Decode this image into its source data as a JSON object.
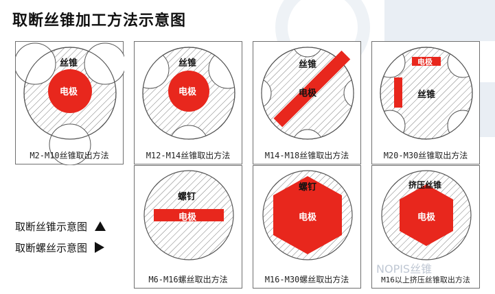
{
  "title": "取断丝锥加工方法示意图",
  "cards": [
    {
      "caption": "M2-M10丝锥取出方法",
      "labels": [
        "丝锥",
        "电极"
      ]
    },
    {
      "caption": "M12-M14丝锥取出方法",
      "labels": [
        "丝锥",
        "电极"
      ]
    },
    {
      "caption": "M14-M18丝锥取出方法",
      "labels": [
        "丝锥",
        "电极"
      ]
    },
    {
      "caption": "M20-M30丝锥取出方法",
      "labels": [
        "电极",
        "丝锥"
      ]
    },
    {
      "caption": "M6-M16螺丝取出方法",
      "labels": [
        "螺钉",
        "电极"
      ]
    },
    {
      "caption": "M16-M30螺丝取出方法",
      "labels": [
        "螺钉",
        "电极"
      ]
    },
    {
      "caption": "M16以上挤压丝锥取出方法",
      "labels": [
        "挤压丝锥",
        "电极"
      ]
    }
  ],
  "legend": {
    "tap": "取断丝锥示意图",
    "screw": "取断螺丝示意图"
  },
  "watermark": "NOPIS丝锥",
  "colors": {
    "electrode": "#e8271d",
    "hatch": "#7a7a7a",
    "watermark": "#d6dde7"
  }
}
